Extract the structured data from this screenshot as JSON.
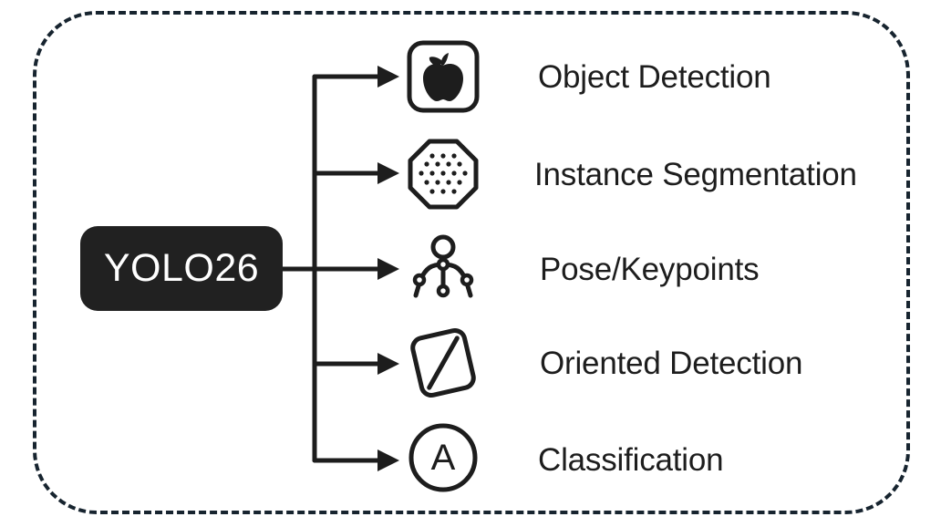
{
  "diagram": {
    "title_node": {
      "label": "YOLO26",
      "fill_color": "#212121",
      "text_color": "#ffffff"
    },
    "frame": {
      "border_style": "dashed",
      "border_color": "#17242f"
    },
    "connector_color": "#1d1d1d",
    "tasks": [
      {
        "label": "Object Detection",
        "icon": "apple-in-box-icon"
      },
      {
        "label": "Instance Segmentation",
        "icon": "dotted-octagon-mask-icon"
      },
      {
        "label": "Pose/Keypoints",
        "icon": "stick-figure-skeleton-icon"
      },
      {
        "label": "Oriented Detection",
        "icon": "rotated-box-icon"
      },
      {
        "label": "Classification",
        "icon": "letter-a-circle-icon"
      }
    ]
  }
}
